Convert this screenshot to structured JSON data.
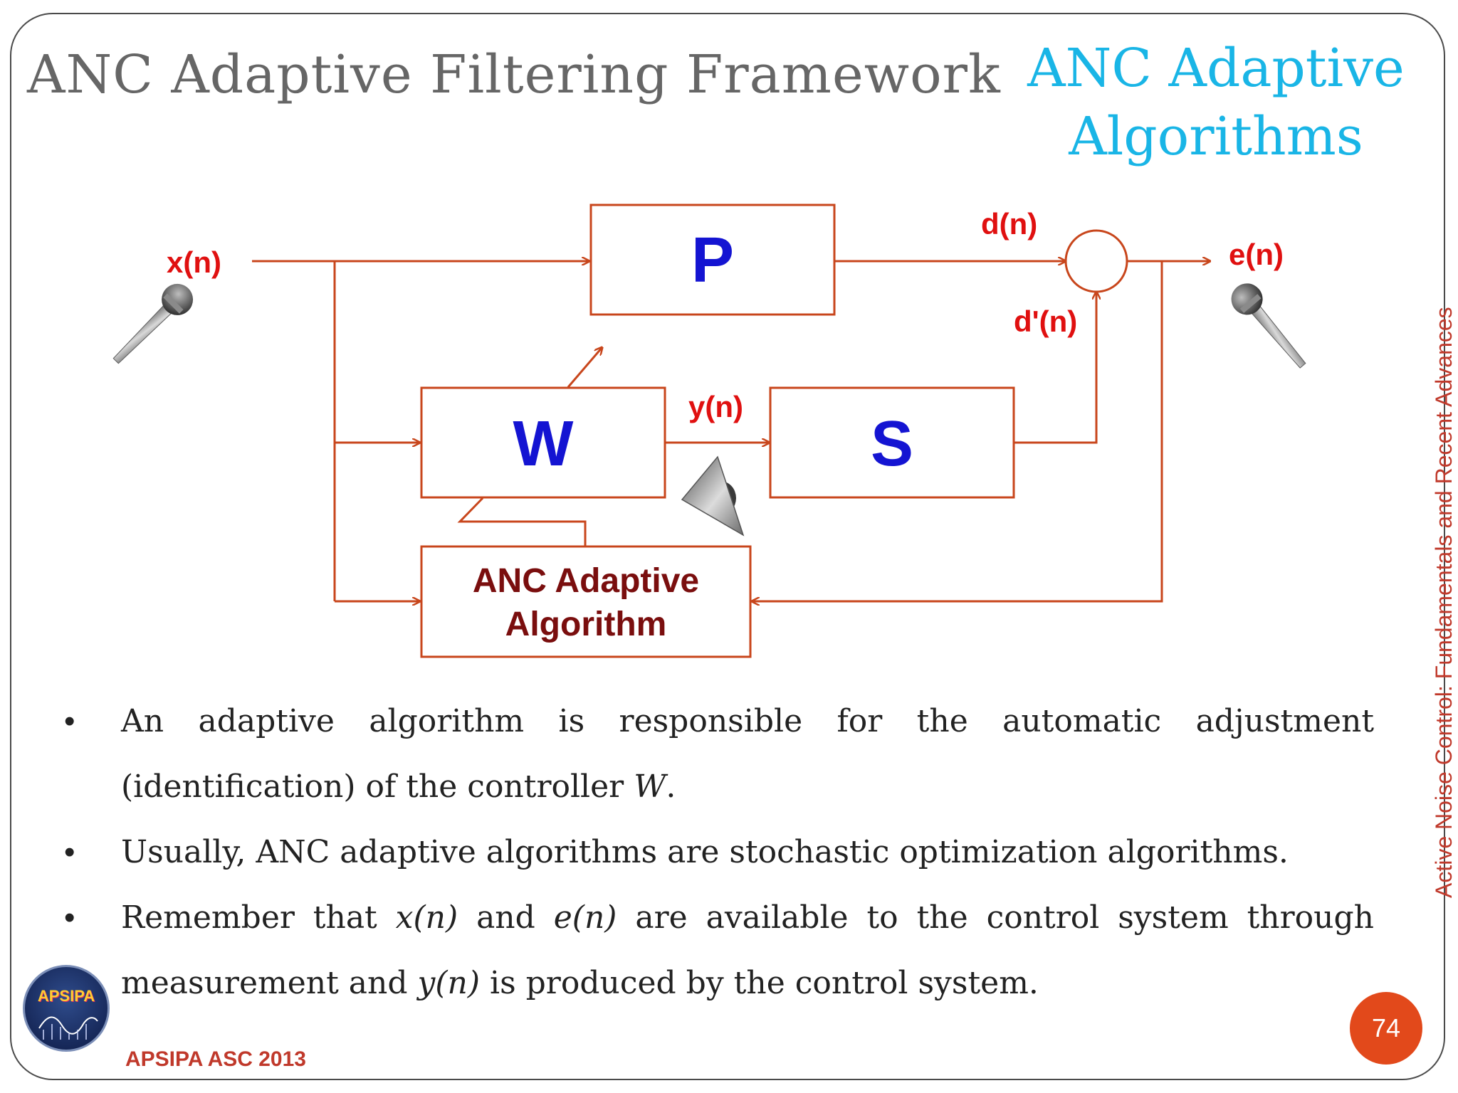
{
  "slide": {
    "title": "ANC Adaptive Filtering Framework",
    "section_line1": "ANC Adaptive",
    "section_line2": "Algorithms",
    "side_text": "Active Noise Control: Fundamentals and Recent Advances",
    "footer": "APSIPA ASC 2013",
    "logo_text": "APSIPA",
    "page_number": "74"
  },
  "diagram": {
    "signals": {
      "x": "x(n)",
      "d": "d(n)",
      "d_prime": "d'(n)",
      "e": "e(n)",
      "y": "y(n)"
    },
    "blocks": {
      "p": "P",
      "w": "W",
      "s": "S",
      "alg_line1": "ANC Adaptive",
      "alg_line2": "Algorithm"
    },
    "colors": {
      "line": "#c8461c",
      "block_label": "#1414d2",
      "signal_label": "#e01010",
      "alg_label": "#7a0e0e"
    }
  },
  "bullets": {
    "b1": {
      "text1": "An adaptive algorithm is responsible for the automatic adjustment (identification) of the controller ",
      "var1": "W",
      "text2": "."
    },
    "b2": {
      "text1": "Usually, ANC adaptive algorithms are stochastic optimization algorithms."
    },
    "b3": {
      "text1": "Remember that ",
      "var1": "x(n)",
      "text2": " and ",
      "var2": "e(n)",
      "text3": " are available to the control system through measurement and ",
      "var3": "y(n)",
      "text4": " is produced by the control system."
    }
  }
}
